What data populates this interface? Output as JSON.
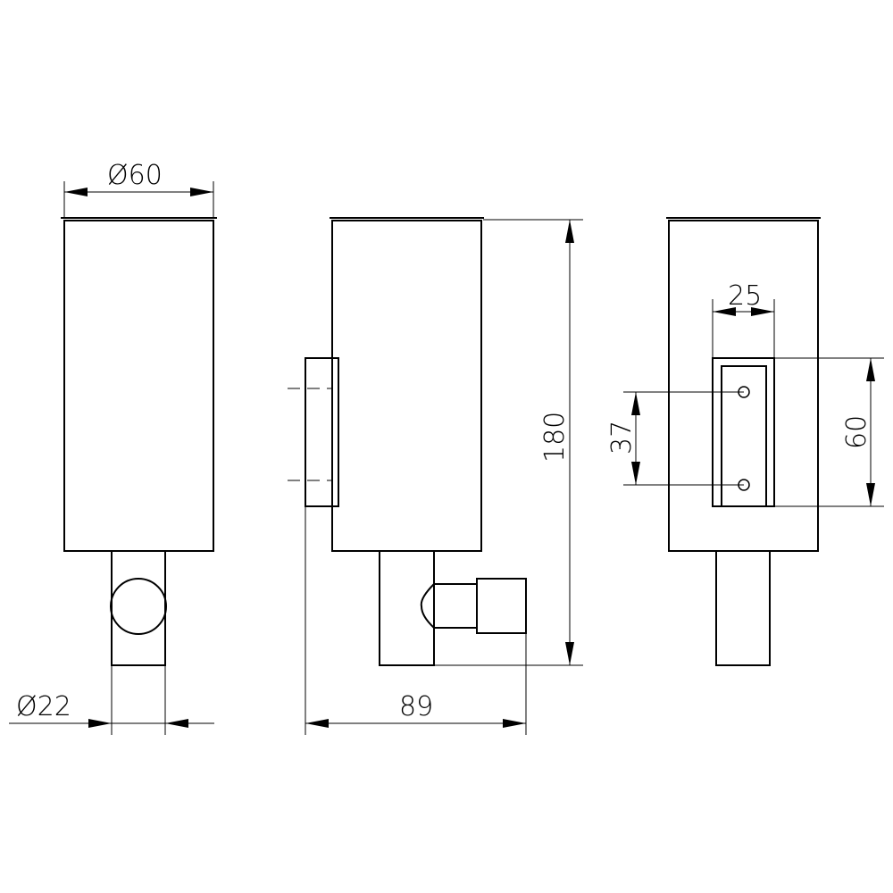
{
  "dimensions": {
    "body_diameter": "Ø60",
    "stem_diameter": "Ø22",
    "height": "180",
    "depth": "89",
    "bracket_width": "25",
    "hole_spacing": "37",
    "bracket_height": "60"
  },
  "colors": {
    "line": "#000000",
    "background": "#ffffff"
  }
}
